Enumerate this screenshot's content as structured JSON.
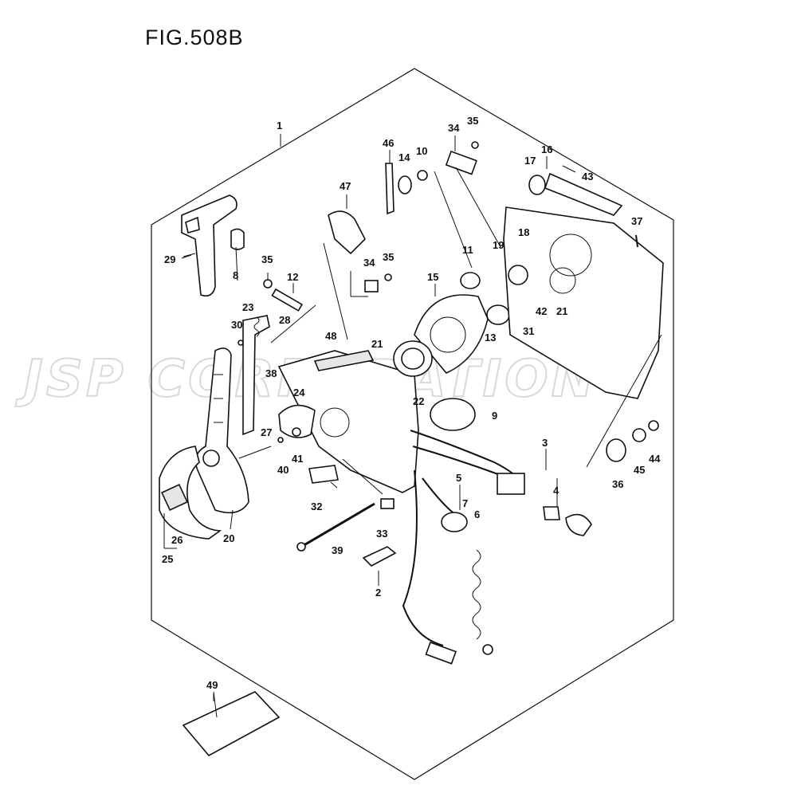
{
  "figure": {
    "title": "FIG.508B",
    "watermark": "JSP CORPORATION"
  },
  "callouts": [
    "1",
    "29",
    "8",
    "35",
    "12",
    "23",
    "28",
    "30",
    "38",
    "27",
    "24",
    "48",
    "47",
    "34",
    "35b",
    "46",
    "14",
    "10",
    "34b",
    "35c",
    "11",
    "15",
    "21",
    "22",
    "13",
    "9",
    "16",
    "17",
    "43",
    "18",
    "19",
    "42",
    "21b",
    "31",
    "37",
    "3",
    "4",
    "5",
    "7",
    "6",
    "44",
    "45",
    "36",
    "26",
    "25",
    "20",
    "40",
    "41",
    "32",
    "33",
    "39",
    "2",
    "49"
  ],
  "labels": {
    "1": "1",
    "29": "29",
    "8": "8",
    "35": "35",
    "12": "12",
    "23": "23",
    "28": "28",
    "30": "30",
    "38": "38",
    "27": "27",
    "24": "24",
    "48": "48",
    "47": "47",
    "34": "34",
    "35b": "35",
    "46": "46",
    "14": "14",
    "10": "10",
    "34b": "34",
    "35c": "35",
    "11": "11",
    "15": "15",
    "21": "21",
    "22": "22",
    "13": "13",
    "9": "9",
    "16": "16",
    "17": "17",
    "43": "43",
    "18": "18",
    "19": "19",
    "42": "42",
    "21b": "21",
    "31": "31",
    "37": "37",
    "3": "3",
    "4": "4",
    "5": "5",
    "7": "7",
    "6": "6",
    "44": "44",
    "45": "45",
    "36": "36",
    "26": "26",
    "25": "25",
    "20": "20",
    "40": "40",
    "41": "41",
    "32": "32",
    "33": "33",
    "39": "39",
    "2": "2",
    "49": "49"
  },
  "colors": {
    "line": "#111111",
    "watermark": "#d9d9d9",
    "background": "#ffffff"
  }
}
